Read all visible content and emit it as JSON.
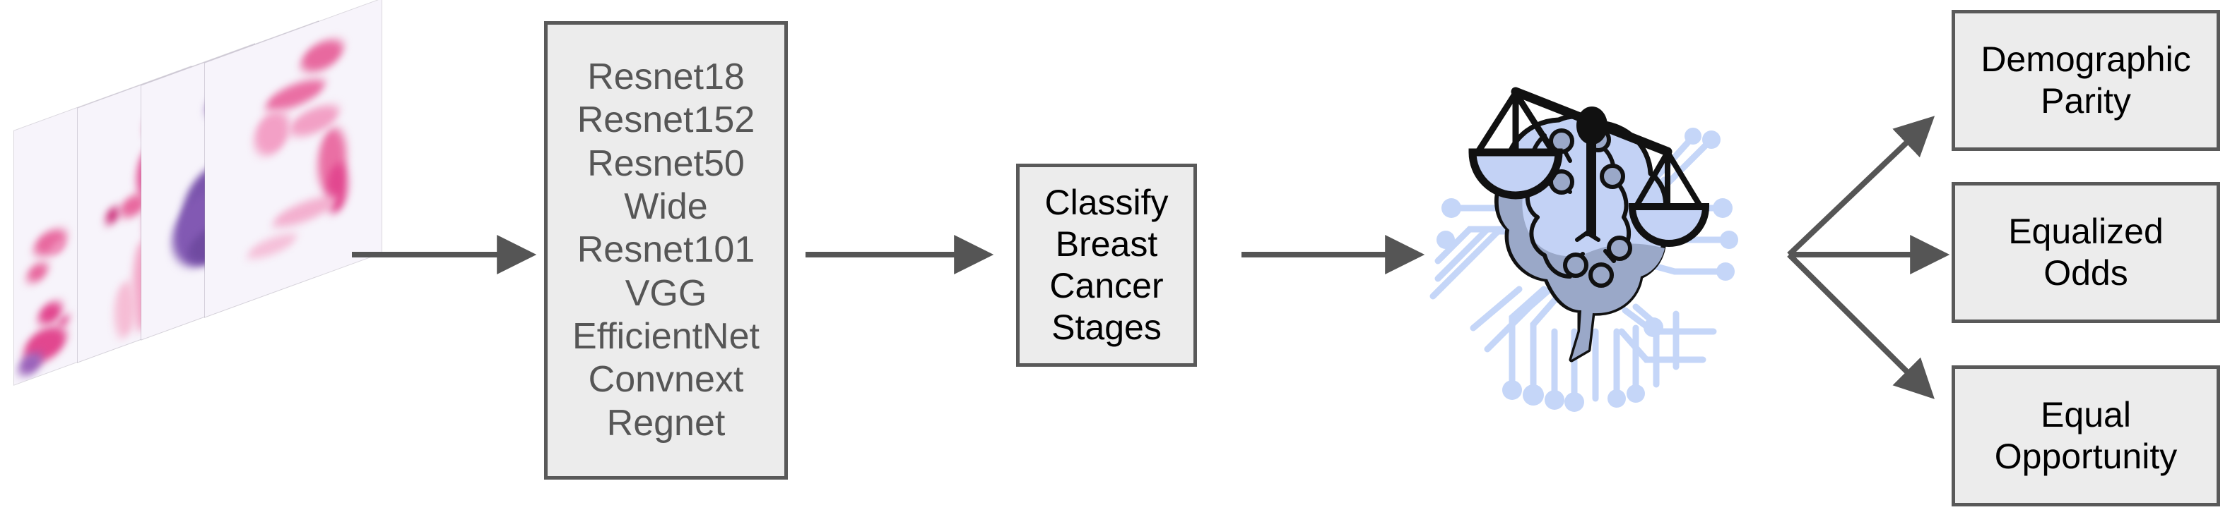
{
  "pipeline": {
    "input": {
      "name": "histopathology-slide-stack",
      "slide_count": 4,
      "description": "Stacked breast histopathology whole-slide images (H&E stained)"
    },
    "models": {
      "title": "model-list",
      "items": [
        {
          "label": "Resnet18"
        },
        {
          "label": "Resnet152"
        },
        {
          "label": "Resnet50"
        },
        {
          "label": "Wide"
        },
        {
          "label": "Resnet101"
        },
        {
          "label": "VGG"
        },
        {
          "label": "EfficientNet"
        },
        {
          "label": "Convnext"
        },
        {
          "label": "Regnet"
        }
      ]
    },
    "task": {
      "lines": [
        "Classify",
        "Breast",
        "Cancer",
        "Stages"
      ]
    },
    "fairness_icon": {
      "name": "scales-and-brain-icon",
      "description": "Balance scales tipped over an AI brain with circuit traces"
    },
    "metrics": [
      {
        "lines": [
          "Demographic",
          "Parity"
        ]
      },
      {
        "lines": [
          "Equalized",
          "Odds"
        ]
      },
      {
        "lines": [
          "Equal",
          "Opportunity"
        ]
      }
    ],
    "arrows": [
      {
        "name": "arrow-slides-to-models"
      },
      {
        "name": "arrow-models-to-classify"
      },
      {
        "name": "arrow-classify-to-fairness"
      },
      {
        "name": "arrow-fairness-to-demographic-parity"
      },
      {
        "name": "arrow-fairness-to-equalized-odds"
      },
      {
        "name": "arrow-fairness-to-equal-opportunity"
      }
    ]
  },
  "colors": {
    "box_fill": "#ececec",
    "box_border": "#595959",
    "arrow": "#555555",
    "model_text": "#565656",
    "box_text": "#000000",
    "slide_base": "#f7f4fb",
    "stain_pink": "#e0559b",
    "stain_purple": "#7b54ad",
    "brain_light": "#c3d2f5",
    "brain_shade": "#9aa8c8",
    "circuit": "#c5d6f8"
  }
}
